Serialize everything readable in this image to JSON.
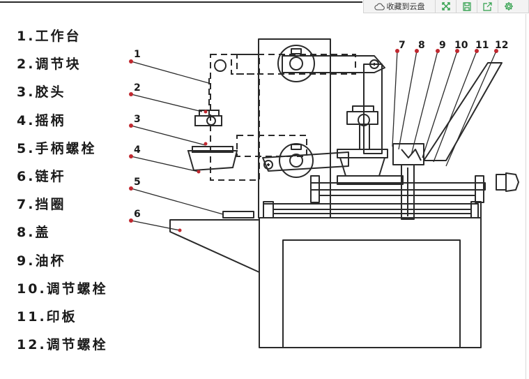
{
  "toolbar": {
    "save_to_cloud_label": "收藏到云盘",
    "icons": [
      "cloud-icon",
      "fullscreen-icon",
      "save-icon",
      "share-icon",
      "settings-icon"
    ],
    "accent_color": "#2e9f4a"
  },
  "legend": [
    "1.工作台",
    "2.调节块",
    "3.胶头",
    "4.摇柄",
    "5.手柄螺栓",
    "6.链杆",
    "7.挡圈",
    "8.盖",
    "9.油杯",
    "10.调节螺栓",
    "11.印板",
    "12.调节螺栓"
  ],
  "callouts": [
    "1",
    "2",
    "3",
    "4",
    "5",
    "6",
    "7",
    "8",
    "9",
    "10",
    "11",
    "12"
  ],
  "marker_color": "#c0282f"
}
